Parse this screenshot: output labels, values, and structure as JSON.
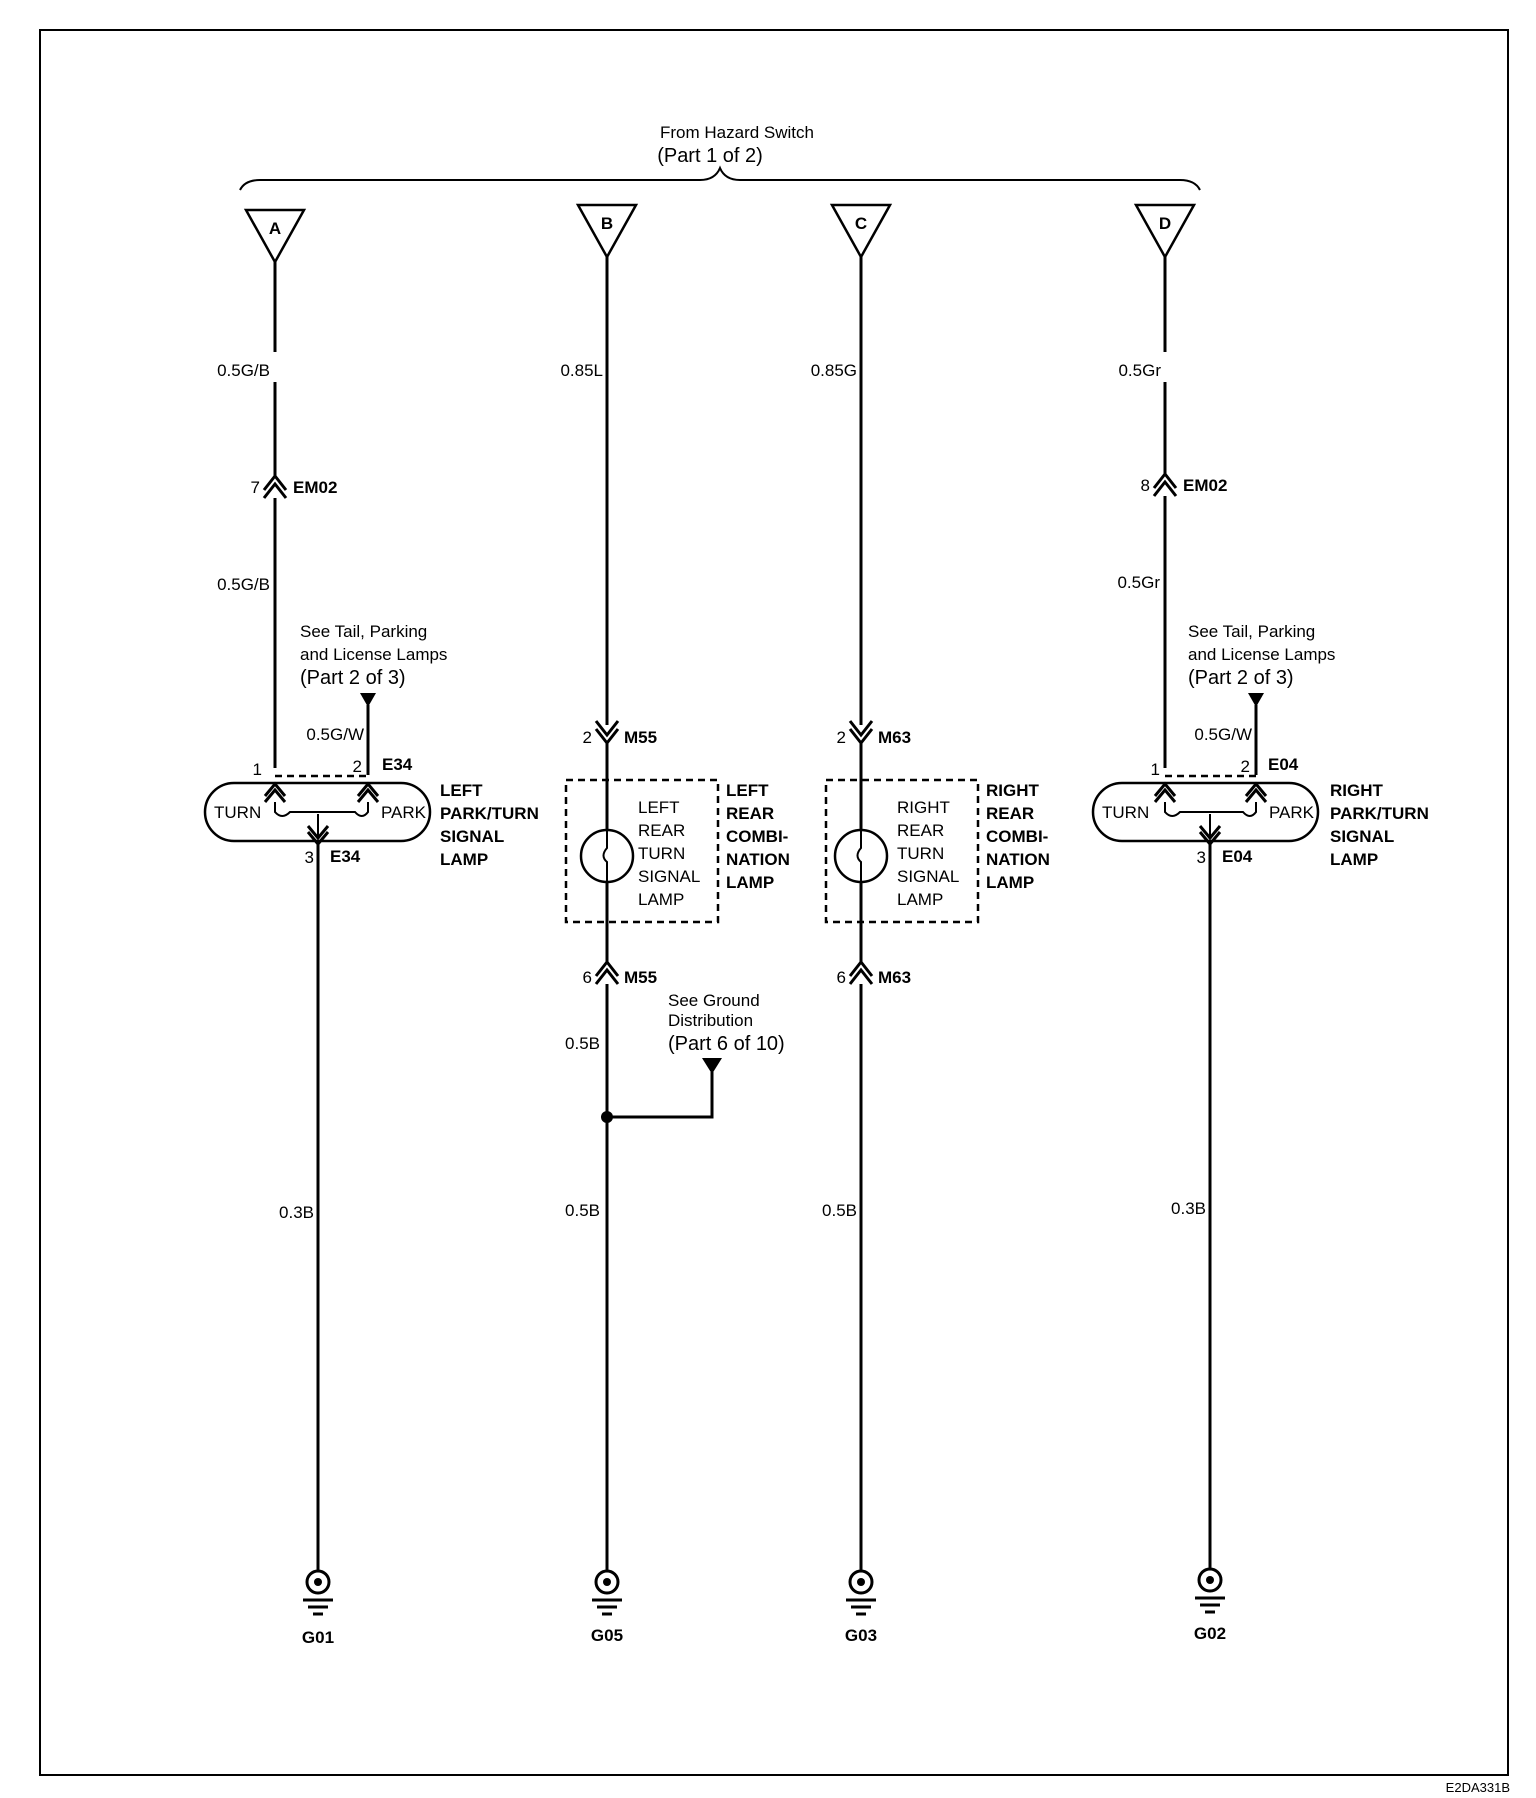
{
  "source": {
    "title": "From Hazard Switch",
    "part": "(Part 1 of 2)"
  },
  "terminals": [
    "A",
    "B",
    "C",
    "D"
  ],
  "wires": {
    "a_top": "0.5G/B",
    "a_mid": "0.5G/B",
    "b_top": "0.85L",
    "c_top": "0.85G",
    "d_top": "0.5Gr",
    "d_mid": "0.5Gr",
    "left_park": "0.5G/W",
    "right_park": "0.5G/W",
    "a_bottom": "0.3B",
    "b_mid": "0.5B",
    "b_bottom": "0.5B",
    "c_bottom": "0.5B",
    "d_bottom": "0.3B"
  },
  "connectors": {
    "em02_left_pin": "7",
    "em02_left": "EM02",
    "em02_right_pin": "8",
    "em02_right": "EM02",
    "m55_top_pin": "2",
    "m55_top": "M55",
    "m63_top_pin": "2",
    "m63_top": "M63",
    "m55_bot_pin": "6",
    "m55_bot": "M55",
    "m63_bot_pin": "6",
    "m63_bot": "M63",
    "e34_p1": "1",
    "e34_p2": "2",
    "e34_top": "E34",
    "e34_p3": "3",
    "e34_bot": "E34",
    "e04_p1": "1",
    "e04_p2": "2",
    "e04_top": "E04",
    "e04_p3": "3",
    "e04_bot": "E04"
  },
  "refs": {
    "left_tail": [
      "See Tail, Parking",
      "and License Lamps",
      "(Part 2 of 3)"
    ],
    "right_tail": [
      "See Tail, Parking",
      "and License Lamps",
      "(Part 2 of 3)"
    ],
    "ground_dist": [
      "See Ground",
      "Distribution",
      "(Part 6 of 10)"
    ]
  },
  "components": {
    "left_lamp": {
      "turn": "TURN",
      "park": "PARK",
      "name": [
        "LEFT",
        "PARK/TURN",
        "SIGNAL",
        "LAMP"
      ]
    },
    "right_lamp": {
      "turn": "TURN",
      "park": "PARK",
      "name": [
        "RIGHT",
        "PARK/TURN",
        "SIGNAL",
        "LAMP"
      ]
    },
    "left_rear": {
      "inner": [
        "LEFT",
        "REAR",
        "TURN",
        "SIGNAL",
        "LAMP"
      ],
      "outer": [
        "LEFT",
        "REAR",
        "COMBI-",
        "NATION",
        "LAMP"
      ]
    },
    "right_rear": {
      "inner": [
        "RIGHT",
        "REAR",
        "TURN",
        "SIGNAL",
        "LAMP"
      ],
      "outer": [
        "RIGHT",
        "REAR",
        "COMBI-",
        "NATION",
        "LAMP"
      ]
    }
  },
  "grounds": [
    "G01",
    "G05",
    "G03",
    "G02"
  ],
  "figure_code": "E2DA331B"
}
